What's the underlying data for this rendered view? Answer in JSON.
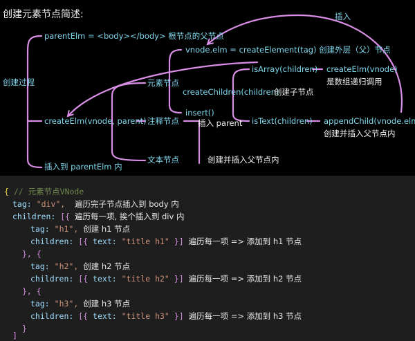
{
  "diagram": {
    "title": "创建元素节点简述:",
    "process_label": "创建过程",
    "parent_elm": "parentElm = <body></body> 根节点的父节点",
    "vnode_elm": "vnode.elm = createElement(tag) 创建外层（父）节点",
    "insert_arrow_label": "插入",
    "is_array": "isArray(children)",
    "create_elm_recursive": "createElm(vnode)",
    "recursive_note": "是数组递归调用",
    "element_node": "元素节点",
    "create_children": "createChildren(children)",
    "create_children_note": "创建子节点",
    "create_elm_main": "createElm(vnode, parent)",
    "comment_node": "注释节点",
    "insert_call": "insert()",
    "insert_parent_note": "插入 parent",
    "is_text": "isText(children)",
    "append_child": "appendChild(vnode.elm)",
    "append_child_note": "创建并插入父节点内",
    "text_node": "文本节点",
    "text_node_note": "创建并插入父节点内",
    "insert_into_parent": "插入到 parentElm 内"
  },
  "code": {
    "l1_open": "{",
    "l1_comment": "// 元素节点VNode",
    "l2_key": "tag:",
    "l2_val": "\"div\",",
    "l2_note": "遍历完子节点插入到 body 内",
    "l3_key": "children:",
    "l3_open": "[{",
    "l3_note": "遍历每一项, 挨个插入到 div 内",
    "c1_tag": "\"h1\",",
    "c1_tag_note": "创建 h1 节点",
    "c1_children_val": "\"title h1\"",
    "c1_note": "遍历每一项 => 添加到 h1 节点",
    "c2_tag": "\"h2\",",
    "c2_tag_note": "创建 h2 节点",
    "c2_children_val": "\"title h2\"",
    "c2_note": "遍历每一项 => 添加到 h2 节点",
    "c3_tag": "\"h3\",",
    "c3_tag_note": "创建 h3 节点",
    "c3_children_val": "\"title h3\"",
    "c3_note": "遍历每一项 => 添加到 h3 节点",
    "tag_key": "tag:",
    "children_key": "children:",
    "text_key": "text:",
    "obj_close_open": "}, {",
    "obj_close": "}",
    "arr_close": "]",
    "root_close": "}"
  },
  "colors": {
    "line": "#d98ee6",
    "label_cyan": "#7fd7ec",
    "string": "#ce9178",
    "comment": "#6f8a4c",
    "bracket": "#f2d04b"
  }
}
